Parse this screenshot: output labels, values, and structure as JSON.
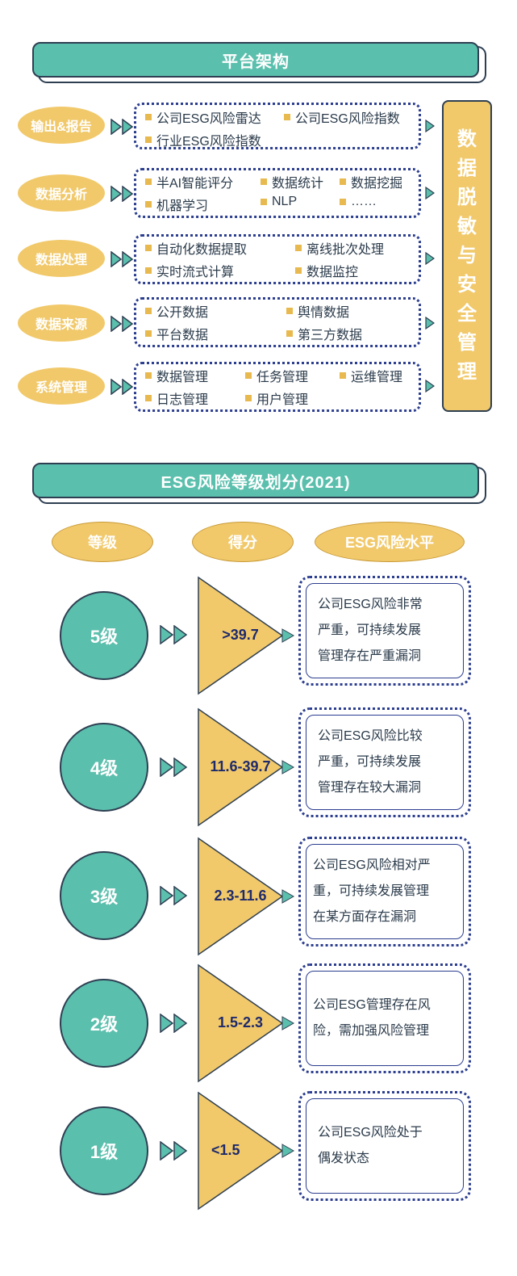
{
  "architecture": {
    "title": "平台架构",
    "side_label_chars": [
      "数",
      "据",
      "脱",
      "敏",
      "与",
      "安",
      "全",
      "管",
      "理"
    ],
    "rows": [
      {
        "label": "输出&报告",
        "items": [
          "公司ESG风险雷达",
          "公司ESG风险指数",
          "行业ESG风险指数"
        ]
      },
      {
        "label": "数据分析",
        "items": [
          "半AI智能评分",
          "数据统计",
          "数据挖掘",
          "机器学习",
          "NLP",
          "……"
        ]
      },
      {
        "label": "数据处理",
        "items": [
          "自动化数据提取",
          "离线批次处理",
          "实时流式计算",
          "数据监控"
        ]
      },
      {
        "label": "数据来源",
        "items": [
          "公开数据",
          "舆情数据",
          "平台数据",
          "第三方数据"
        ]
      },
      {
        "label": "系统管理",
        "items": [
          "数据管理",
          "任务管理",
          "运维管理",
          "日志管理",
          "用户管理"
        ]
      }
    ]
  },
  "risk": {
    "title": "ESG风险等级划分(2021)",
    "headers": {
      "level": "等级",
      "score": "得分",
      "risk_level": "ESG风险水平"
    },
    "levels": [
      {
        "level": "5级",
        "score": ">39.7",
        "desc": [
          "公司ESG风险非常",
          "严重，可持续发展",
          "管理存在严重漏洞"
        ]
      },
      {
        "level": "4级",
        "score": "11.6-39.7",
        "desc": [
          "公司ESG风险比较",
          "严重，可持续发展",
          "管理存在较大漏洞"
        ]
      },
      {
        "level": "3级",
        "score": "2.3-11.6",
        "desc": [
          "公司ESG风险相对严",
          "重，可持续发展管理",
          "在某方面存在漏洞"
        ]
      },
      {
        "level": "2级",
        "score": "1.5-2.3",
        "desc": [
          "公司ESG管理存在风",
          "险，需加强风险管理"
        ]
      },
      {
        "level": "1级",
        "score": "<1.5",
        "desc": [
          "公司ESG风险处于",
          "偶发状态"
        ]
      }
    ]
  },
  "colors": {
    "teal": "#5bbfad",
    "yellow": "#f1c96b",
    "navy": "#2c3e8f",
    "dark": "#2e3f52"
  }
}
